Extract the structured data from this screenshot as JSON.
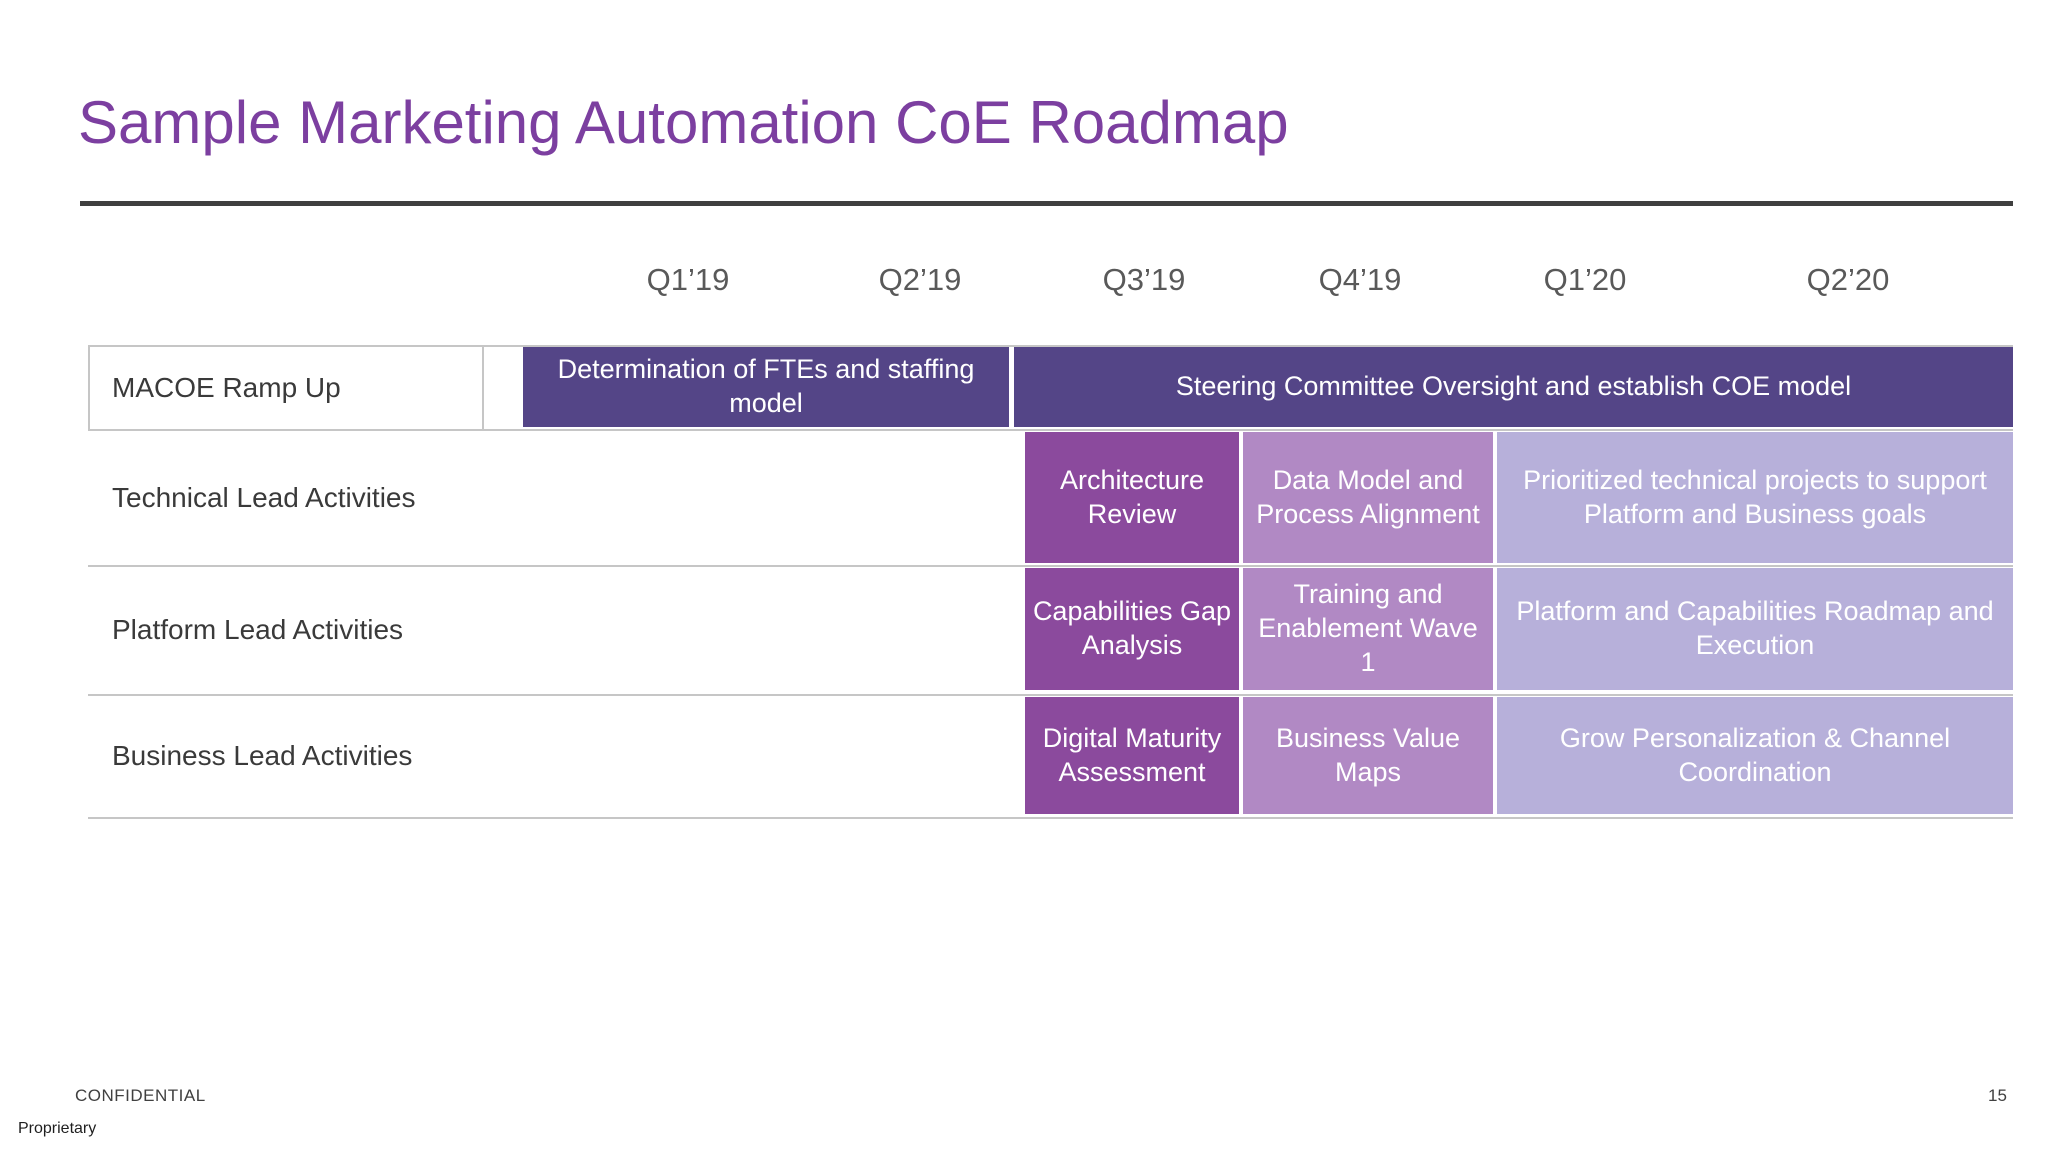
{
  "header": {
    "title": "Sample Marketing Automation CoE Roadmap"
  },
  "colors": {
    "title_purple": "#7c3fa0",
    "bar_dark_purple": "#544587",
    "bar_medium_purple": "#8b4a9d",
    "bar_light_purple": "#b189c4",
    "bar_pale_lavender": "#b7b0da",
    "quarter_label_gray": "#595959",
    "divider_dark": "#3f3f3f",
    "gridline_gray": "#c6c6c6"
  },
  "timeline": {
    "quarters": [
      "Q1’19",
      "Q2’19",
      "Q3’19",
      "Q4’19",
      "Q1’20",
      "Q2’20"
    ],
    "rows": [
      {
        "label": "MACOE Ramp Up",
        "bars": [
          {
            "text": "Determination of FTEs and staffing model",
            "span": "Q1’19–Q2’19",
            "color": "dark"
          },
          {
            "text": "Steering Committee Oversight and establish COE model",
            "span": "Q3’19–Q2’20",
            "color": "dark"
          }
        ]
      },
      {
        "label": "Technical Lead Activities",
        "bars": [
          {
            "text": "Architecture Review",
            "span": "Q3’19",
            "color": "medium"
          },
          {
            "text": "Data Model and Process Alignment",
            "span": "Q4’19",
            "color": "light"
          },
          {
            "text": "Prioritized technical projects to support Platform and Business goals",
            "span": "Q1’20–Q2’20",
            "color": "pale"
          }
        ]
      },
      {
        "label": "Platform Lead Activities",
        "bars": [
          {
            "text": "Capabilities Gap Analysis",
            "span": "Q3’19",
            "color": "medium"
          },
          {
            "text": "Training and Enablement Wave 1",
            "span": "Q4’19",
            "color": "light"
          },
          {
            "text": "Platform and Capabilities Roadmap and Execution",
            "span": "Q1’20–Q2’20",
            "color": "pale"
          }
        ]
      },
      {
        "label": "Business Lead Activities",
        "bars": [
          {
            "text": "Digital Maturity Assessment",
            "span": "Q3’19",
            "color": "medium"
          },
          {
            "text": "Business Value Maps",
            "span": "Q4’19",
            "color": "light"
          },
          {
            "text": "Grow Personalization & Channel Coordination",
            "span": "Q1’20–Q2’20",
            "color": "pale"
          }
        ]
      }
    ]
  },
  "footer": {
    "confidential": "CONFIDENTIAL",
    "proprietary": "Proprietary",
    "page_number": "15"
  }
}
